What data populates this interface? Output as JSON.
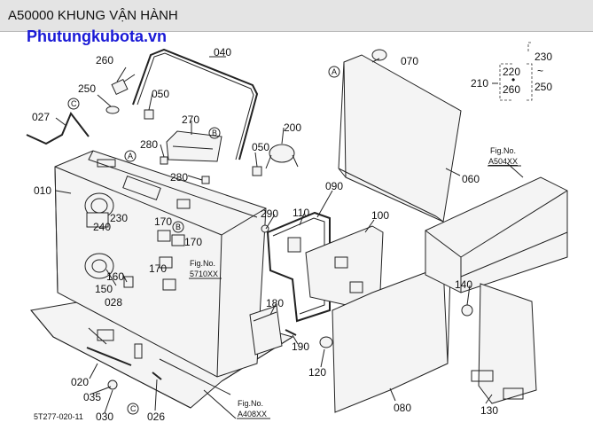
{
  "header": {
    "title": "A50000 KHUNG VẬN HÀNH"
  },
  "watermark": {
    "text": "Phutungkubota.vn"
  },
  "diagram": {
    "drawing_code": "5T277-020-11",
    "ref_markers": {
      "a": "A",
      "b": "B",
      "c": "C"
    },
    "fig_refs": [
      {
        "title": "Fig.No.",
        "code": "A504XX"
      },
      {
        "title": "Fig.No.",
        "code": "5710XX"
      },
      {
        "title": "Fig.No.",
        "code": "A408XX"
      }
    ],
    "group_legend": {
      "parent": "210",
      "upper": "220",
      "lower": "260",
      "alt_top": "230",
      "alt_bottom": "250",
      "tilde": "~",
      "dot": "•"
    },
    "parts": {
      "p010": "010",
      "p020": "020",
      "p026": "026",
      "p027": "027",
      "p028": "028",
      "p030": "030",
      "p035": "035",
      "p040": "040",
      "p050a": "050",
      "p050b": "050",
      "p060": "060",
      "p070": "070",
      "p080": "080",
      "p090": "090",
      "p100": "100",
      "p110": "110",
      "p120": "120",
      "p130": "130",
      "p140": "140",
      "p150": "150",
      "p160": "160",
      "p170a": "170",
      "p170b": "170",
      "p170c": "170",
      "p180": "180",
      "p190": "190",
      "p200": "200",
      "p230": "230",
      "p240": "240",
      "p250": "250",
      "p260": "260",
      "p270": "270",
      "p280a": "280",
      "p280b": "280",
      "p290": "290"
    }
  }
}
